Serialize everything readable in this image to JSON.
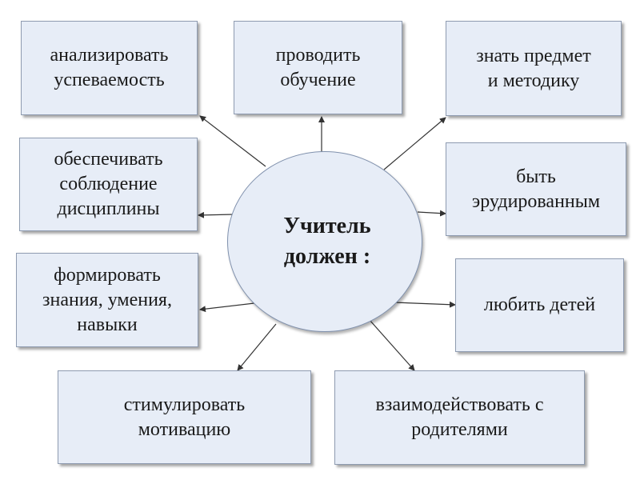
{
  "center": {
    "label": "Учитель\nдолжен :"
  },
  "boxes": {
    "analyze": "анализировать\nуспеваемость",
    "teach": "проводить\nобучение",
    "know": "знать предмет\nи методику",
    "discipline": "обеспечивать\nсоблюдение\nдисциплины",
    "erudite": "быть\nэрудированным",
    "skills": "формировать\nзнания, умения,\nнавыки",
    "love": "любить детей",
    "motivate": "стимулировать\nмотивацию",
    "parents": "взаимодействовать с\nродителями"
  },
  "colors": {
    "box_fill": "#e7edf7",
    "box_border": "#8e9bb0",
    "circle_border": "#8091ad",
    "arrow": "#333333",
    "text": "#1a1a1a"
  }
}
